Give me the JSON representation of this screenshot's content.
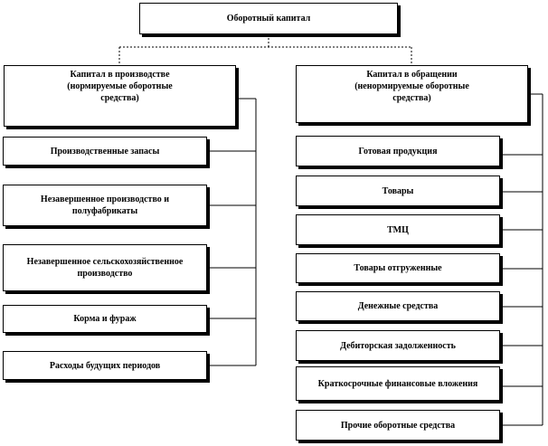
{
  "root": {
    "label": "Оборотный капитал"
  },
  "left_group": {
    "header": "Капитал в производстве\n(нормируемые оборотные\nсредства)",
    "items": [
      "Производственные запасы",
      "Незавершенное производство и\nполуфабрикаты",
      "Незавершенное сельскохозяйственное\nпроизводство",
      "Корма и фураж",
      "Расходы будущих периодов"
    ]
  },
  "right_group": {
    "header": "Капитал в обращении\n(ненормируемые оборотные\nсредства)",
    "items": [
      "Готовая продукция",
      "Товары",
      "ТМЦ",
      "Товары отгруженные",
      "Денежные средства",
      "Дебиторская задолженность",
      "Краткосрочные финансовые вложения",
      "Прочие оборотные средства"
    ]
  }
}
